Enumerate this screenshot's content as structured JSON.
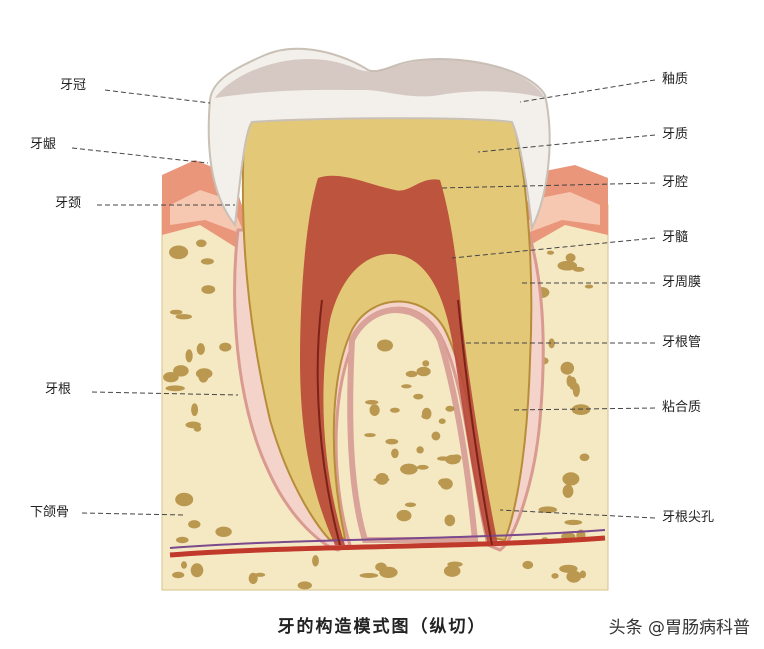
{
  "labels_left": {
    "crown": "牙冠",
    "gingiva": "牙龈",
    "neck": "牙颈",
    "root": "牙根",
    "mandible": "下颌骨"
  },
  "labels_right": {
    "enamel": "釉质",
    "dentin": "牙质",
    "pulp_cavity": "牙腔",
    "pulp": "牙髓",
    "periodontal_membrane": "牙周膜",
    "root_canal": "牙根管",
    "cementum": "粘合质",
    "apical_foramen": "牙根尖孔"
  },
  "caption": "牙的构造模式图（纵切）",
  "watermark": "头条 @胃肠病科普",
  "colors": {
    "enamel": "#f3efea",
    "dentin": "#e3c977",
    "pulp": "#b94a3a",
    "bone": "#f5e9c4",
    "bone_holes": "#b08a3c",
    "gum": "#e9967a",
    "vessel": "#c0392b"
  }
}
